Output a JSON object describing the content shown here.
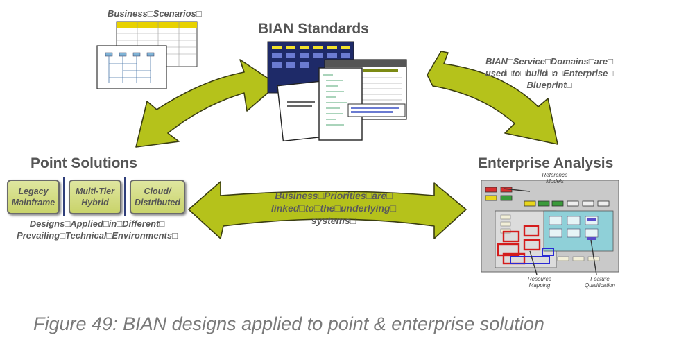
{
  "labels": {
    "business_scenarios": "Business□Scenarios□",
    "bian_standards": "BIAN Standards",
    "service_domains": [
      "BIAN□Service□Domains□are□",
      "used□to□build□a□Enterprise□",
      "Blueprint□"
    ],
    "point_solutions": "Point Solutions",
    "enterprise_analysis": "Enterprise Analysis",
    "business_priorities": [
      "Business□Priorities□are□",
      "linked□to□the□underlying□",
      "systems□"
    ],
    "designs_applied": [
      "Designs□Applied□in□Different□",
      "Prevailing□Technical□Environments□"
    ]
  },
  "point_solution_boxes": [
    {
      "line1": "Legacy",
      "line2": "Mainframe"
    },
    {
      "line1": "Multi-Tier",
      "line2": "Hybrid"
    },
    {
      "line1": "Cloud/",
      "line2": "Distributed"
    }
  ],
  "blueprint_callouts": {
    "top": [
      "Reference",
      "Models"
    ],
    "bottom_left": [
      "Resource",
      "Mapping"
    ],
    "bottom_right": [
      "Feature",
      "Qualification"
    ]
  },
  "caption": "Figure 49: BIAN designs applied to point & enterprise solution",
  "colors": {
    "arrow_fill": "#b5c21b",
    "arrow_stroke": "#3a3d12",
    "text_gray": "#555555",
    "caption_gray": "#7a7a7a"
  }
}
